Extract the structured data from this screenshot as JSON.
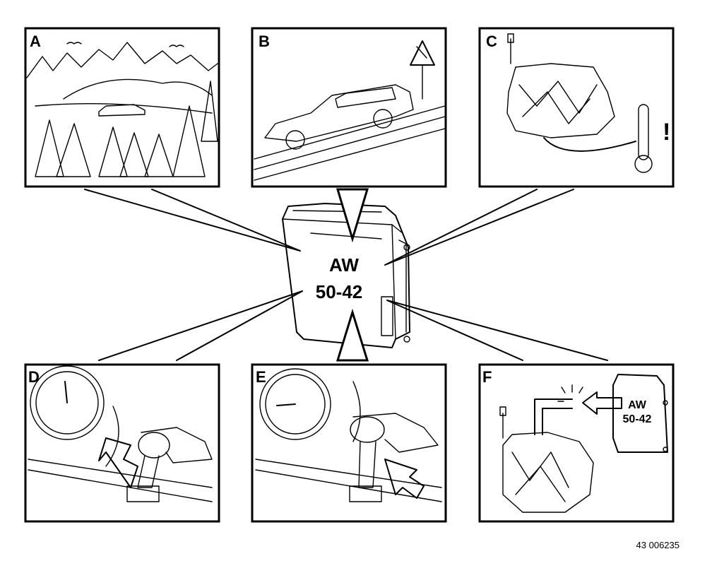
{
  "panels": [
    {
      "letter": "A"
    },
    {
      "letter": "B"
    },
    {
      "letter": "C"
    },
    {
      "letter": "D"
    },
    {
      "letter": "E"
    },
    {
      "letter": "F"
    }
  ],
  "ecu": {
    "line1": "AW",
    "line2": "50-42"
  },
  "small_ecu": {
    "line1": "AW",
    "line2": "50-42"
  },
  "figure_code": "43 006235",
  "warning_mark": "!"
}
